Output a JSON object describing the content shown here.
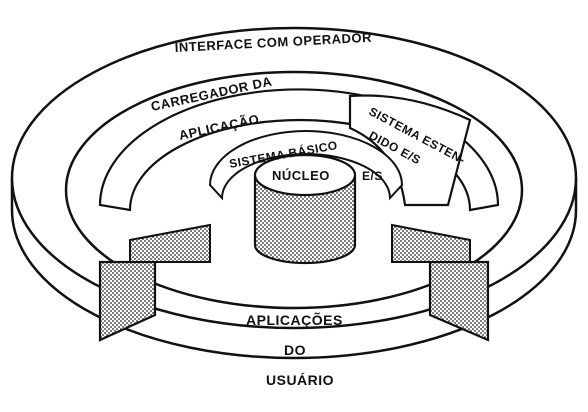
{
  "diagram": {
    "labels": {
      "interface": "INTERFACE COM OPERADOR",
      "carregador_1": "CARREGADOR DA",
      "carregador_2": "APLICAÇÃO",
      "sistema_estendido_1": "SISTEMA ESTEN-",
      "sistema_estendido_2": "DIDO E/S",
      "sistema_basico": "SISTEMA BÁSICO",
      "es": "E/S",
      "nucleo": "NÚCLEO",
      "aplicacoes_1": "APLICAÇÕES",
      "aplicacoes_2": "DO",
      "aplicacoes_3": "USUÁRIO"
    }
  }
}
